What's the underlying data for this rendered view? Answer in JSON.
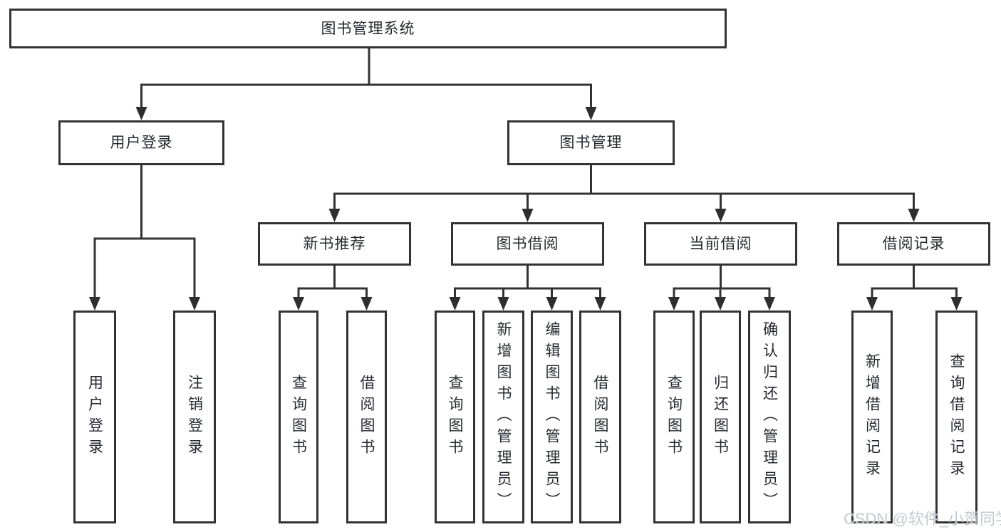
{
  "tree": {
    "root": {
      "label": "图书管理系统",
      "children": [
        {
          "label": "用户登录",
          "children": [
            {
              "label": "用户登录"
            },
            {
              "label": "注销登录"
            }
          ]
        },
        {
          "label": "图书管理",
          "children": [
            {
              "label": "新书推荐",
              "children": [
                {
                  "label": "查询图书"
                },
                {
                  "label": "借阅图书"
                }
              ]
            },
            {
              "label": "图书借阅",
              "children": [
                {
                  "label": "查询图书"
                },
                {
                  "label": "新增图书（管理员）"
                },
                {
                  "label": "编辑图书（管理员）"
                },
                {
                  "label": "借阅图书"
                }
              ]
            },
            {
              "label": "当前借阅",
              "children": [
                {
                  "label": "查询图书"
                },
                {
                  "label": "归还图书"
                },
                {
                  "label": "确认归还（管理员）"
                }
              ]
            },
            {
              "label": "借阅记录",
              "children": [
                {
                  "label": "新增借阅记录"
                },
                {
                  "label": "查询借阅记录"
                }
              ]
            }
          ]
        }
      ]
    }
  },
  "colors": {
    "line": "#333333",
    "arrow": "#2e2e2e",
    "text": "#26292f",
    "background": "#ffffff"
  },
  "watermark": {
    "text": "CSDN @软件_小贺同学"
  }
}
